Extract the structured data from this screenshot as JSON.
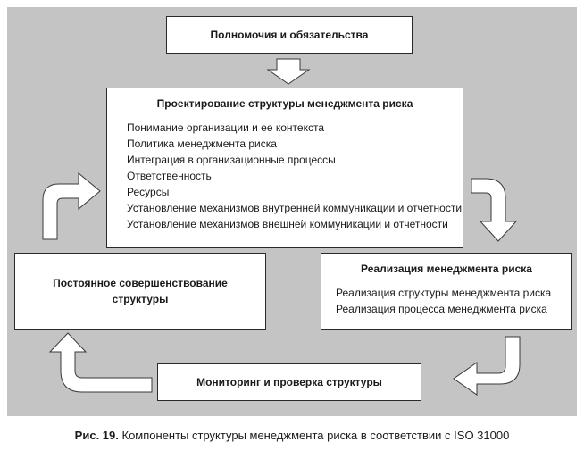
{
  "diagram": {
    "top_box": "Полномочия и обязательства",
    "design_box": {
      "title": "Проектирование структуры менеджмента риска",
      "items": [
        "Понимание организации и ее контекста",
        "Политика менеджмента риска",
        "Интеграция в организационные процессы",
        "Ответственность",
        "Ресурсы",
        "Установление механизмов внутренней коммуникации и отчетности",
        "Установление механизмов внешней коммуникации и отчетности"
      ]
    },
    "improvement_box": {
      "line1": "Постоянное совершенствование",
      "line2": "структуры"
    },
    "implementation_box": {
      "title": "Реализация менеджмента риска",
      "items": [
        "Реализация структуры менеджмента риска",
        "Реализация процесса менеджмента риска"
      ]
    },
    "monitoring_box": "Мониторинг и проверка структуры"
  },
  "caption": {
    "label": "Рис. 19.",
    "text": "Компоненты структуры менеджмента риска в соответствии с ISO 31000"
  },
  "colors": {
    "panel": "#c4c4c4",
    "box": "#ffffff",
    "border": "#2a2a2a"
  }
}
